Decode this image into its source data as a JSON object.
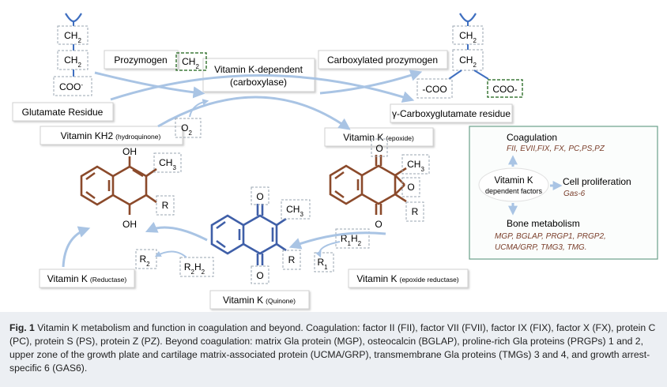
{
  "figure": {
    "labels": {
      "ch2": "CH",
      "sub2": "2",
      "coo_left": "COO",
      "minus": "-",
      "coo_right_a": "-COO",
      "coo_right_b": "COO-",
      "glutamate": "Glutamate Residue",
      "carboxyglutamate": "γ-Carboxyglutamate residue",
      "prozymogen": "Prozymogen",
      "carboxylated": "Carboxylated prozymogen",
      "carboxylase_1": "Vitamin K-dependent",
      "carboxylase_2": "(carboxylase)",
      "o2": "O",
      "kh2": "Vitamin KH2",
      "kh2_sub": "(hydroquinone)",
      "kepox": "Vitamin K",
      "kepox_sub": "(epoxide)",
      "kred": "Vitamin K",
      "kred_sub": "(Reductase)",
      "kquin": "Vitamin K",
      "kquin_sub": "(Quinone)",
      "kepred": "Vitamin K",
      "kepred_sub": "(epoxide reductase)",
      "oh": "OH",
      "o": "O",
      "ch3": "CH",
      "sub3": "3",
      "r": "R",
      "r1h2": "R",
      "r1": "R",
      "r2": "R",
      "r2h2": "R",
      "sub1": "1",
      "subH2": "H"
    },
    "functions": {
      "coagulation": "Coagulation",
      "coag_factors": "FII, EVII,FIX, FX, PC,PS,PZ",
      "center_1": "Vitamin K",
      "center_2": "dependent factors",
      "cell": "Cell proliferation",
      "cell_factor": "Gas-6",
      "bone": "Bone metabolism",
      "bone_f1": "MGP, BGLAP, PRGP1, PRGP2,",
      "bone_f2": "UCMA/GRP, TMG3, TMG."
    },
    "colors": {
      "arrow": "#a9c4e4",
      "brown": "#8b4a2b",
      "blue": "#3f5fa8",
      "dash_grey": "#9aa5b1",
      "dash_green": "#3f7a3a",
      "box_border": "#6aa08a",
      "factor_text": "#7a3e2a"
    }
  },
  "caption": {
    "fig_label": "Fig. 1",
    "text": " Vitamin K metabolism and function in coagulation and beyond. Coagulation: factor II (FII), factor VII (FVII), factor IX (FIX), factor X (FX), protein C (PC), protein S (PS), protein Z (PZ). Beyond coagulation: matrix Gla protein (MGP), osteocalcin (BGLAP), proline-rich Gla proteins (PRGPs) 1 and 2, upper zone of the growth plate and cartilage matrix-associated protein (UCMA/GRP), transmembrane Gla proteins (TMGs) 3 and 4, and growth arrest-specific 6 (GAS6)."
  }
}
